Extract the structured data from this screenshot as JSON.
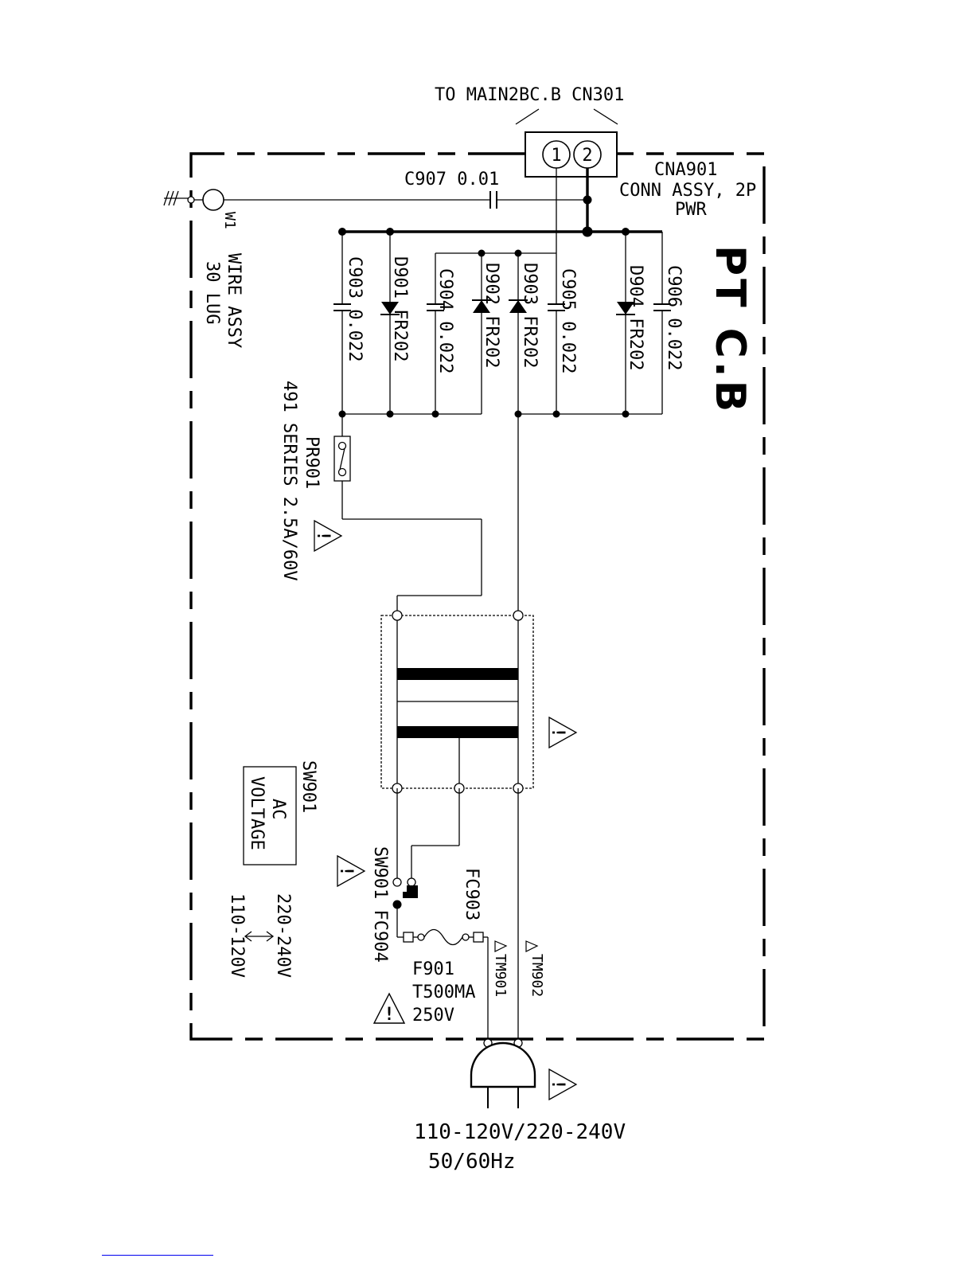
{
  "board_title": "PT C.B",
  "top_connector": {
    "title": "TO MAIN2BC.B CN301",
    "pins": [
      "1",
      "2"
    ],
    "ref": "CNA901",
    "desc1": "CONN ASSY, 2P",
    "desc2": "PWR"
  },
  "c907": "C907 0.01",
  "wire": {
    "ref": "W1",
    "desc1": "WIRE ASSY",
    "desc2": "30 LUG"
  },
  "parts": {
    "c903": "C903 0.022",
    "d901": "D901 FR202",
    "c904": "C904 0.022",
    "d902": "D902 FR202",
    "d903": "D903 FR202",
    "c905": "C905 0.022",
    "d904": "D904 FR202",
    "c906": "C906 0.022"
  },
  "pr901": {
    "ref": "PR901",
    "desc": "491 SERIES 2.5A/60V"
  },
  "sw901_box": {
    "ref": "SW901",
    "line1": "AC",
    "line2": "VOLTAGE"
  },
  "sw901_label": "SW901 FC904",
  "voltage_select": {
    "high": "220-240V",
    "low": "110-120V"
  },
  "fc903": "FC903",
  "tm901": "TM901",
  "tm902": "TM902",
  "fuse": {
    "ref": "F901",
    "rating": "T500MA",
    "voltage": "250V"
  },
  "mains": {
    "voltage": "110-120V/220-240V",
    "frequency": "50/60Hz"
  },
  "warning_glyph": "!"
}
